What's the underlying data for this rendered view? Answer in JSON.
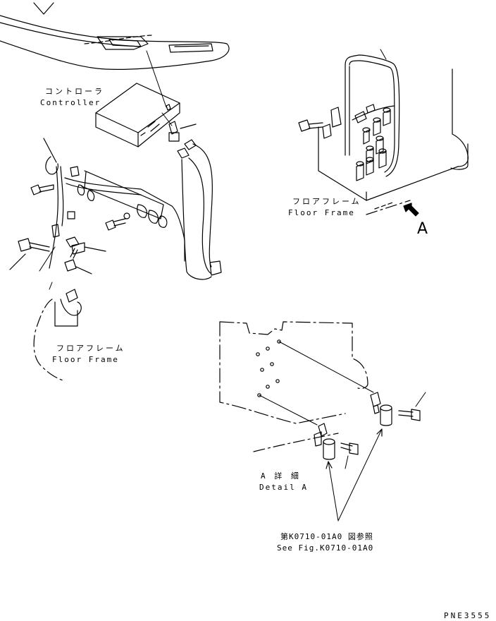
{
  "labels": {
    "controller_jp": "コントローラ",
    "controller_en": "Controller",
    "floor_frame_jp_left": "フロアフレーム",
    "floor_frame_en_left": "Floor Frame",
    "floor_frame_jp_right": "フロアフレーム",
    "floor_frame_en_right": "Floor Frame",
    "view_letter": "A",
    "detail_jp": "A 詳 細",
    "detail_en": "Detail A",
    "see_fig_jp": "第K0710-01A0 図参照",
    "see_fig_en": "See Fig.K0710-01A0",
    "drawing_code": "PNE3555"
  }
}
